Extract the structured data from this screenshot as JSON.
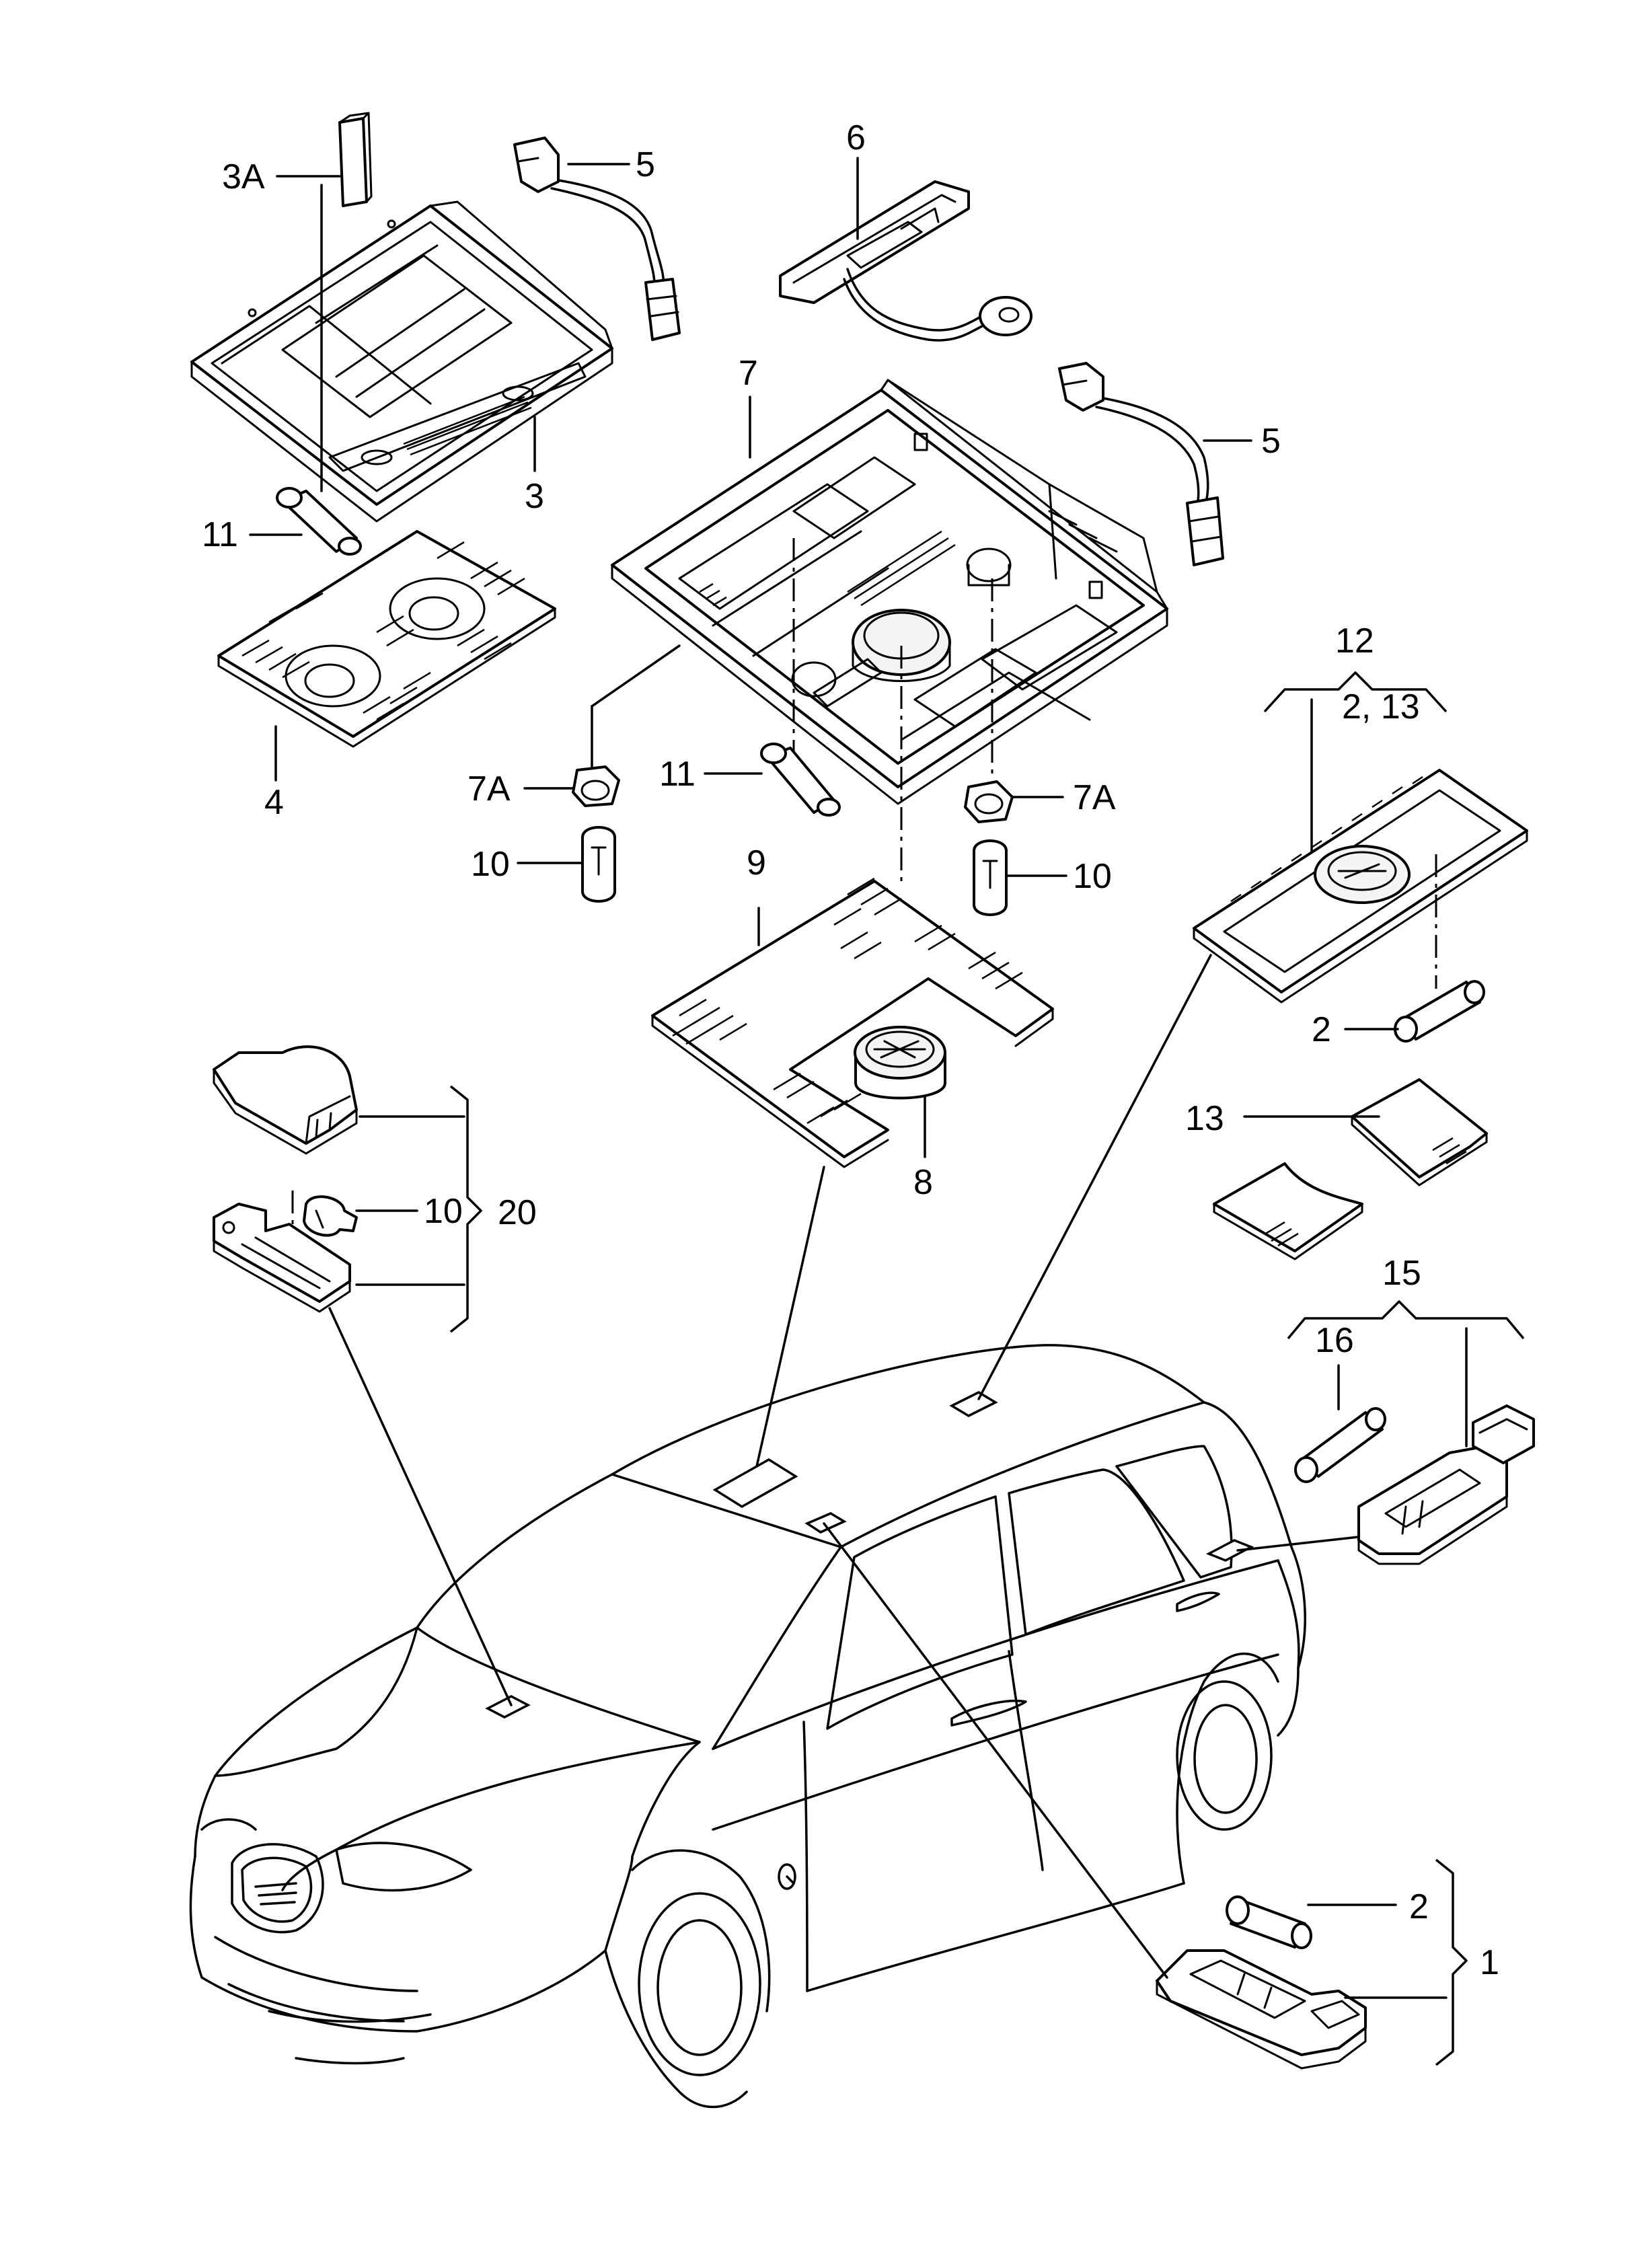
{
  "labels": {
    "l3a": "3A",
    "l5a": "5",
    "l6": "6",
    "l3": "3",
    "l11a": "11",
    "l4": "4",
    "l7": "7",
    "l5b": "5",
    "l7aleft": "7A",
    "l11b": "11",
    "l7aright": "7A",
    "l10a": "10",
    "l10b": "10",
    "l9": "9",
    "l12": "12",
    "l12sub": "2, 13",
    "l2a": "2",
    "l13": "13",
    "l8": "8",
    "l10c": "10",
    "l20": "20",
    "l15": "15",
    "l16": "16",
    "l2b": "2",
    "l1": "1"
  },
  "colors": {
    "line": "#000000",
    "background": "#ffffff"
  }
}
